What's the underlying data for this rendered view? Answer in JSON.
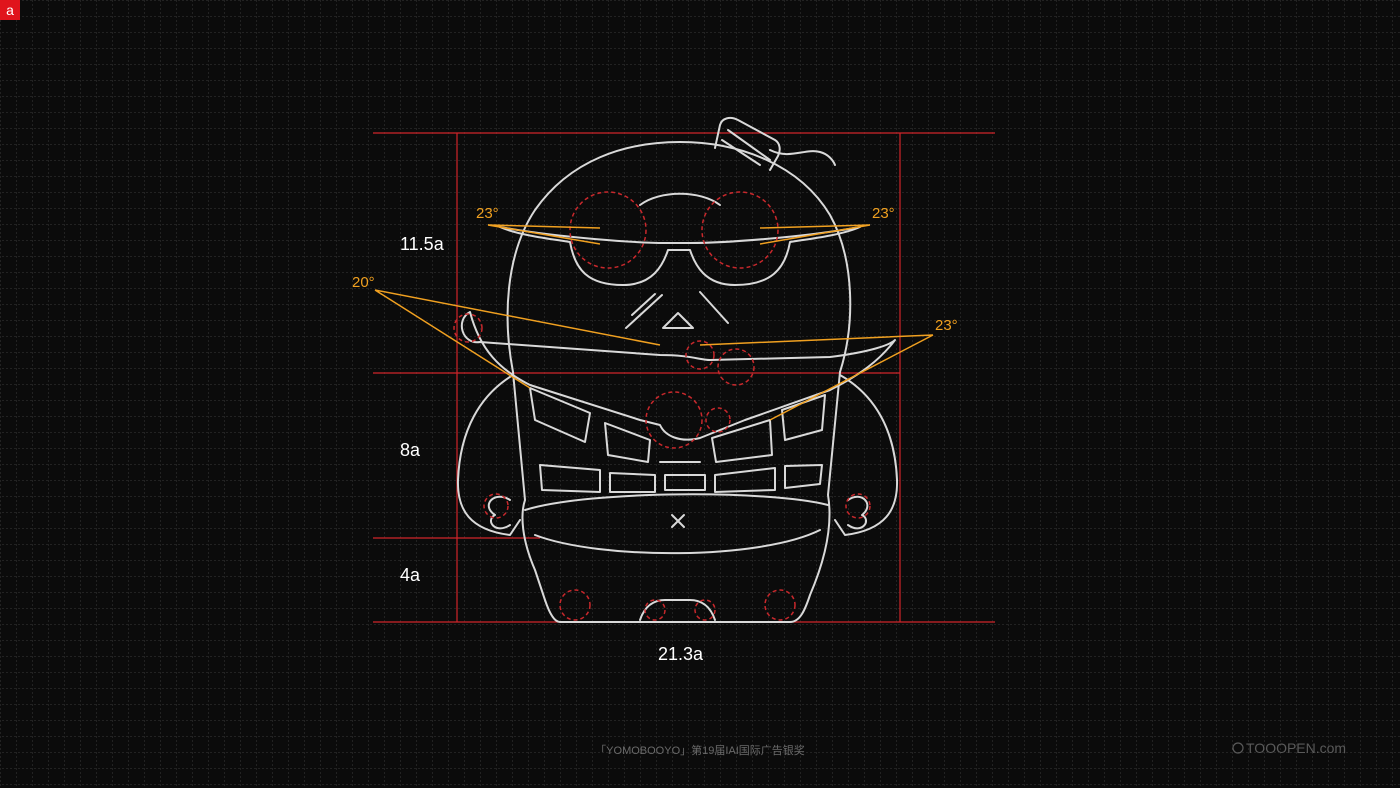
{
  "badge": {
    "text": "a"
  },
  "dimensions": {
    "head": "11.5a",
    "body": "8a",
    "legs": "4a",
    "width": "21.3a"
  },
  "angles": {
    "brow_left": "23°",
    "brow_right": "23°",
    "arm_left": "20°",
    "arm_right": "23°"
  },
  "footer": {
    "caption": "「YOMOBOOYO」第19届IAI国际广告银奖",
    "watermark": "TOOOPEN.com"
  },
  "colors": {
    "background": "#0b0b0b",
    "grid": "#3a3a3a",
    "guide_red": "#d0252a",
    "angle_orange": "#f0a020",
    "outline": "#d9d9d9",
    "dashed_circle": "#c8282c",
    "badge": "#e0141c"
  }
}
